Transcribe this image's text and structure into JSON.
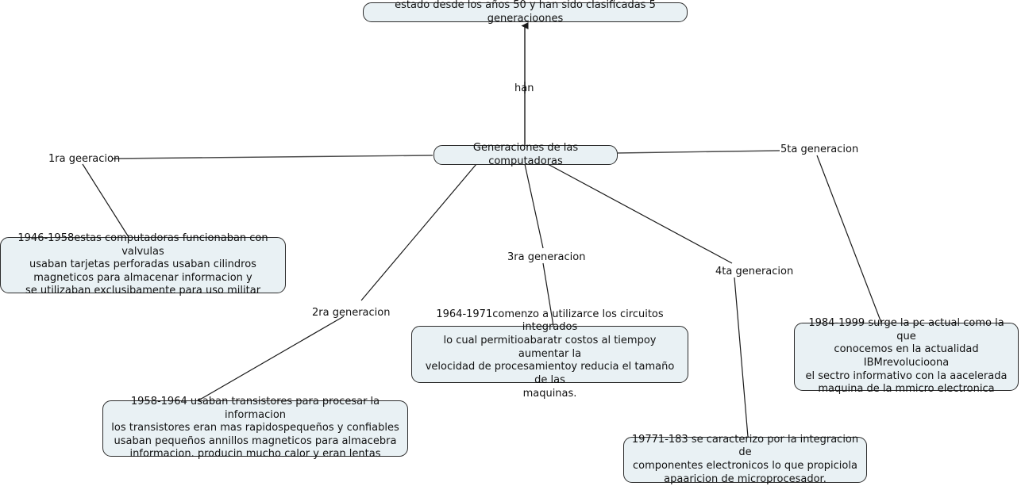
{
  "map": {
    "title": "Generaciones de las computadoras",
    "background_color": "#ffffff",
    "node_fill": "#e9f1f4",
    "node_border": "#2b2b2b",
    "edge_color": "#1a1a1a"
  },
  "nodes": {
    "top": {
      "text": "estado desde los años 50 y han sido clasificadas 5 generacioones"
    },
    "root": {
      "text": "Generaciones de las computadoras"
    },
    "gen1": {
      "text": "1946-1958estas computadoras funcionaban con valvulas\nusaban tarjetas perforadas usaban cilindros\nmagneticos para almacenar informacion y\nse utilizaban exclusibamente para uso militar"
    },
    "gen2": {
      "text": "1958-1964 usaban transistores para procesar la informacion\nlos transistores eran mas rapidospequeños y confiables\nusaban pequeños annillos magneticos para almacebra\ninformacion. producin mucho calor y eran lentas"
    },
    "gen3": {
      "text": "1964-1971comenzo a utilizarce los circuitos integrados\nlo cual permitioabaratr costos al tiempoy aumentar la\nvelocidad de procesamientoy reducia el tamaño de las\nmaquinas."
    },
    "gen4": {
      "text": "19771-183 se caracterizo por la integracion de\ncomponentes electronicos lo que propiciola\napaaricion de microprocesador."
    },
    "gen5": {
      "text": "1984-1999 surge la pc actual como la que\nconocemos en la actualidad IBMrevolucioona\nel sectro informativo con la aacelerada\nmaquina de la mmicro electronica"
    }
  },
  "edge_labels": {
    "han": "han",
    "gen1": "1ra geeracion",
    "gen2": "2ra generacion",
    "gen3": "3ra generacion",
    "gen4": "4ta generacion",
    "gen5": "5ta generacion"
  }
}
